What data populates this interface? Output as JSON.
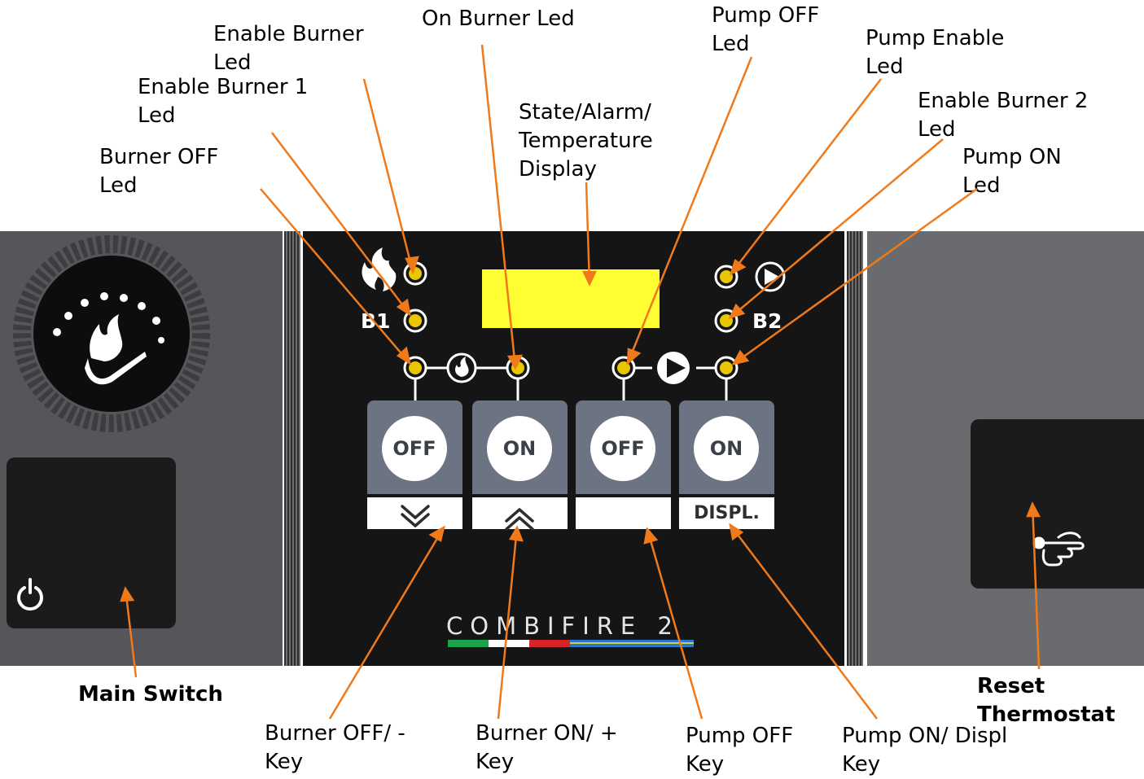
{
  "labels": {
    "enable_burner_led": [
      "Enable Burner",
      "Led"
    ],
    "on_burner_led": [
      "On Burner Led"
    ],
    "pump_off_led": [
      "Pump     OFF",
      "Led"
    ],
    "pump_enable_led": [
      "Pump   Enable",
      "Led"
    ],
    "enable_burner1_led": [
      "Enable Burner 1",
      "Led"
    ],
    "display": [
      "State/Alarm/",
      "Temperature",
      "Display"
    ],
    "enable_burner2_led": [
      "Enable Burner 2",
      "Led"
    ],
    "burner_off_led": [
      "Burner OFF",
      "Led"
    ],
    "pump_on_led": [
      "Pump ON",
      "Led"
    ],
    "main_switch": [
      "Main Switch"
    ],
    "reset_thermostat": [
      "Reset",
      "Thermostat"
    ],
    "burner_off_key": [
      "Burner OFF/ -",
      "Key"
    ],
    "burner_on_key": [
      "Burner ON/ +",
      "Key"
    ],
    "pump_off_key": [
      "Pump OFF",
      "Key"
    ],
    "pump_on_key": [
      "Pump ON/ Displ",
      "Key"
    ]
  },
  "panel": {
    "b1": "B1",
    "b2": "B2",
    "brand_name": "COMBIFIRE 2",
    "keys": [
      {
        "button": "OFF",
        "sub": "≫"
      },
      {
        "button": "ON",
        "sub": "≪"
      },
      {
        "button": "OFF",
        "sub": ""
      },
      {
        "button": "ON",
        "sub": "DISPL."
      }
    ]
  },
  "icons": [
    "flame-icon",
    "pump-icon",
    "power-icon",
    "hand-icon",
    "chevron-down-icon",
    "chevron-up-icon",
    "logo"
  ],
  "colors": {
    "leader_line": "#f07a1a",
    "led_fill": "#e8c600",
    "display": "#ffff33",
    "panel_dark": "#151515",
    "key_gray": "#6c7483",
    "flag_green": "#1aa34a",
    "flag_red": "#d8232a",
    "flag_blue": "#2a79c8"
  }
}
